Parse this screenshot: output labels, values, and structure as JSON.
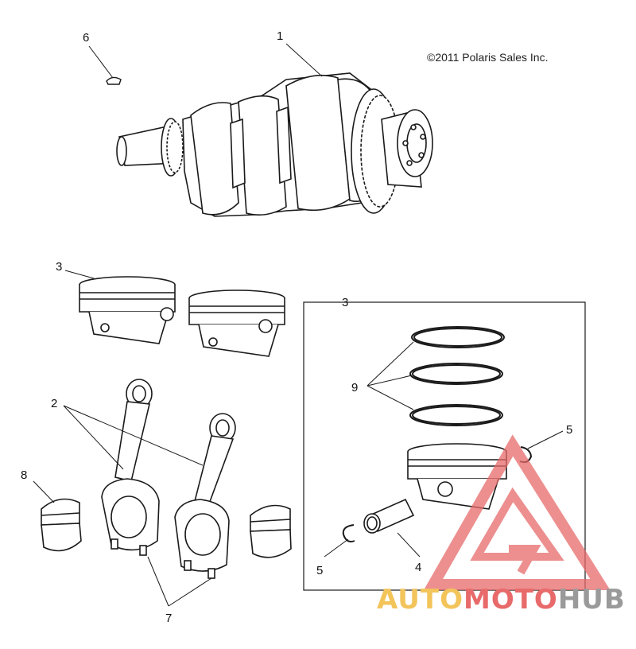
{
  "copyright": "©2011 Polaris Sales Inc.",
  "callouts": [
    "1",
    "2",
    "3",
    "3",
    "4",
    "5",
    "5",
    "6",
    "7",
    "8",
    "9"
  ],
  "watermark": {
    "part1": "AUTO",
    "part2": "MOTO",
    "part3": "HUB"
  },
  "colors": {
    "ink": "#1a1a1a",
    "accent_yellow": "#f2c45a",
    "accent_red": "#e86a6a",
    "accent_gray": "#9a9a9a"
  }
}
